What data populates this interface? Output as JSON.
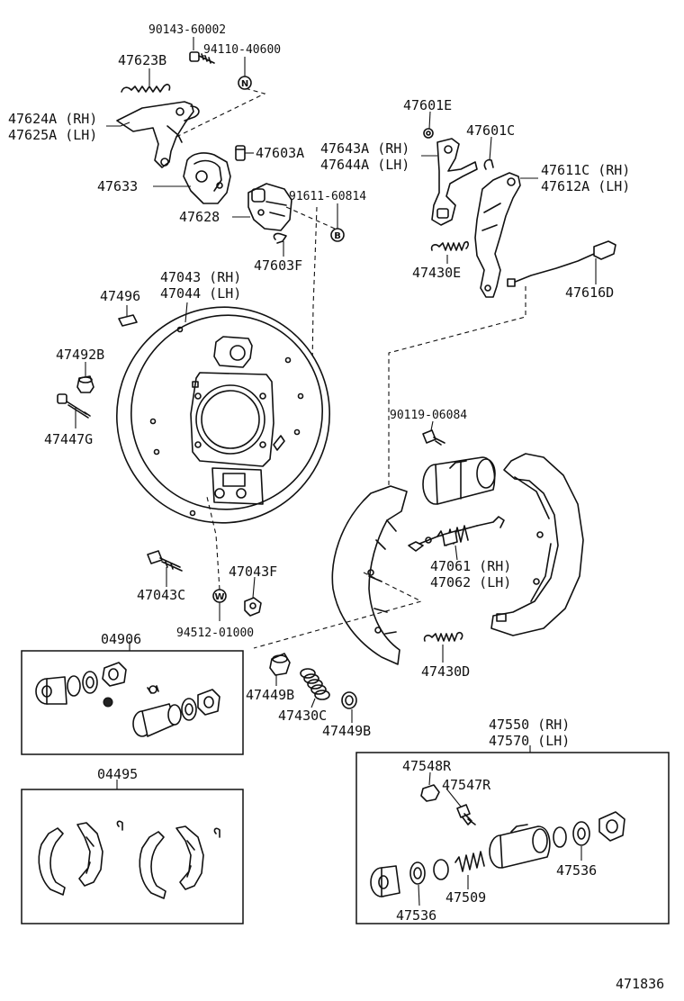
{
  "labels": {
    "p90143_60002": "90143-60002",
    "p94110_40600": "94110-40600",
    "p47623B": "47623B",
    "p47624A": "47624A (RH)",
    "p47625A": "47625A (LH)",
    "p47603A": "47603A",
    "p47633": "47633",
    "p91611_60814": "91611-60814",
    "p47628": "47628",
    "p47603F": "47603F",
    "p47601E": "47601E",
    "p47601C": "47601C",
    "p47643A": "47643A (RH)",
    "p47644A": "47644A (LH)",
    "p47611C": "47611C (RH)",
    "p47612A": "47612A (LH)",
    "p47430E": "47430E",
    "p47616D": "47616D",
    "p47043": "47043 (RH)",
    "p47044": "47044 (LH)",
    "p47496": "47496",
    "p47492B": "47492B",
    "p47447G": "47447G",
    "p90119_06084": "90119-06084",
    "p47061": "47061 (RH)",
    "p47062": "47062 (LH)",
    "p47043C": "47043C",
    "p47043F": "47043F",
    "p94512_01000": "94512-01000",
    "p04906": "04906",
    "p47449B_a": "47449B",
    "p47430C": "47430C",
    "p47449B_b": "47449B",
    "p47430D": "47430D",
    "p04495": "04495",
    "p47550": "47550 (RH)",
    "p47570": "47570 (LH)",
    "p47548R": "47548R",
    "p47547R": "47547R",
    "p47536_a": "47536",
    "p47509": "47509",
    "p47536_b": "47536",
    "diagram_id": "471836"
  },
  "symbols": {
    "n_mark": "N",
    "b_mark": "B",
    "w_mark": "W"
  }
}
